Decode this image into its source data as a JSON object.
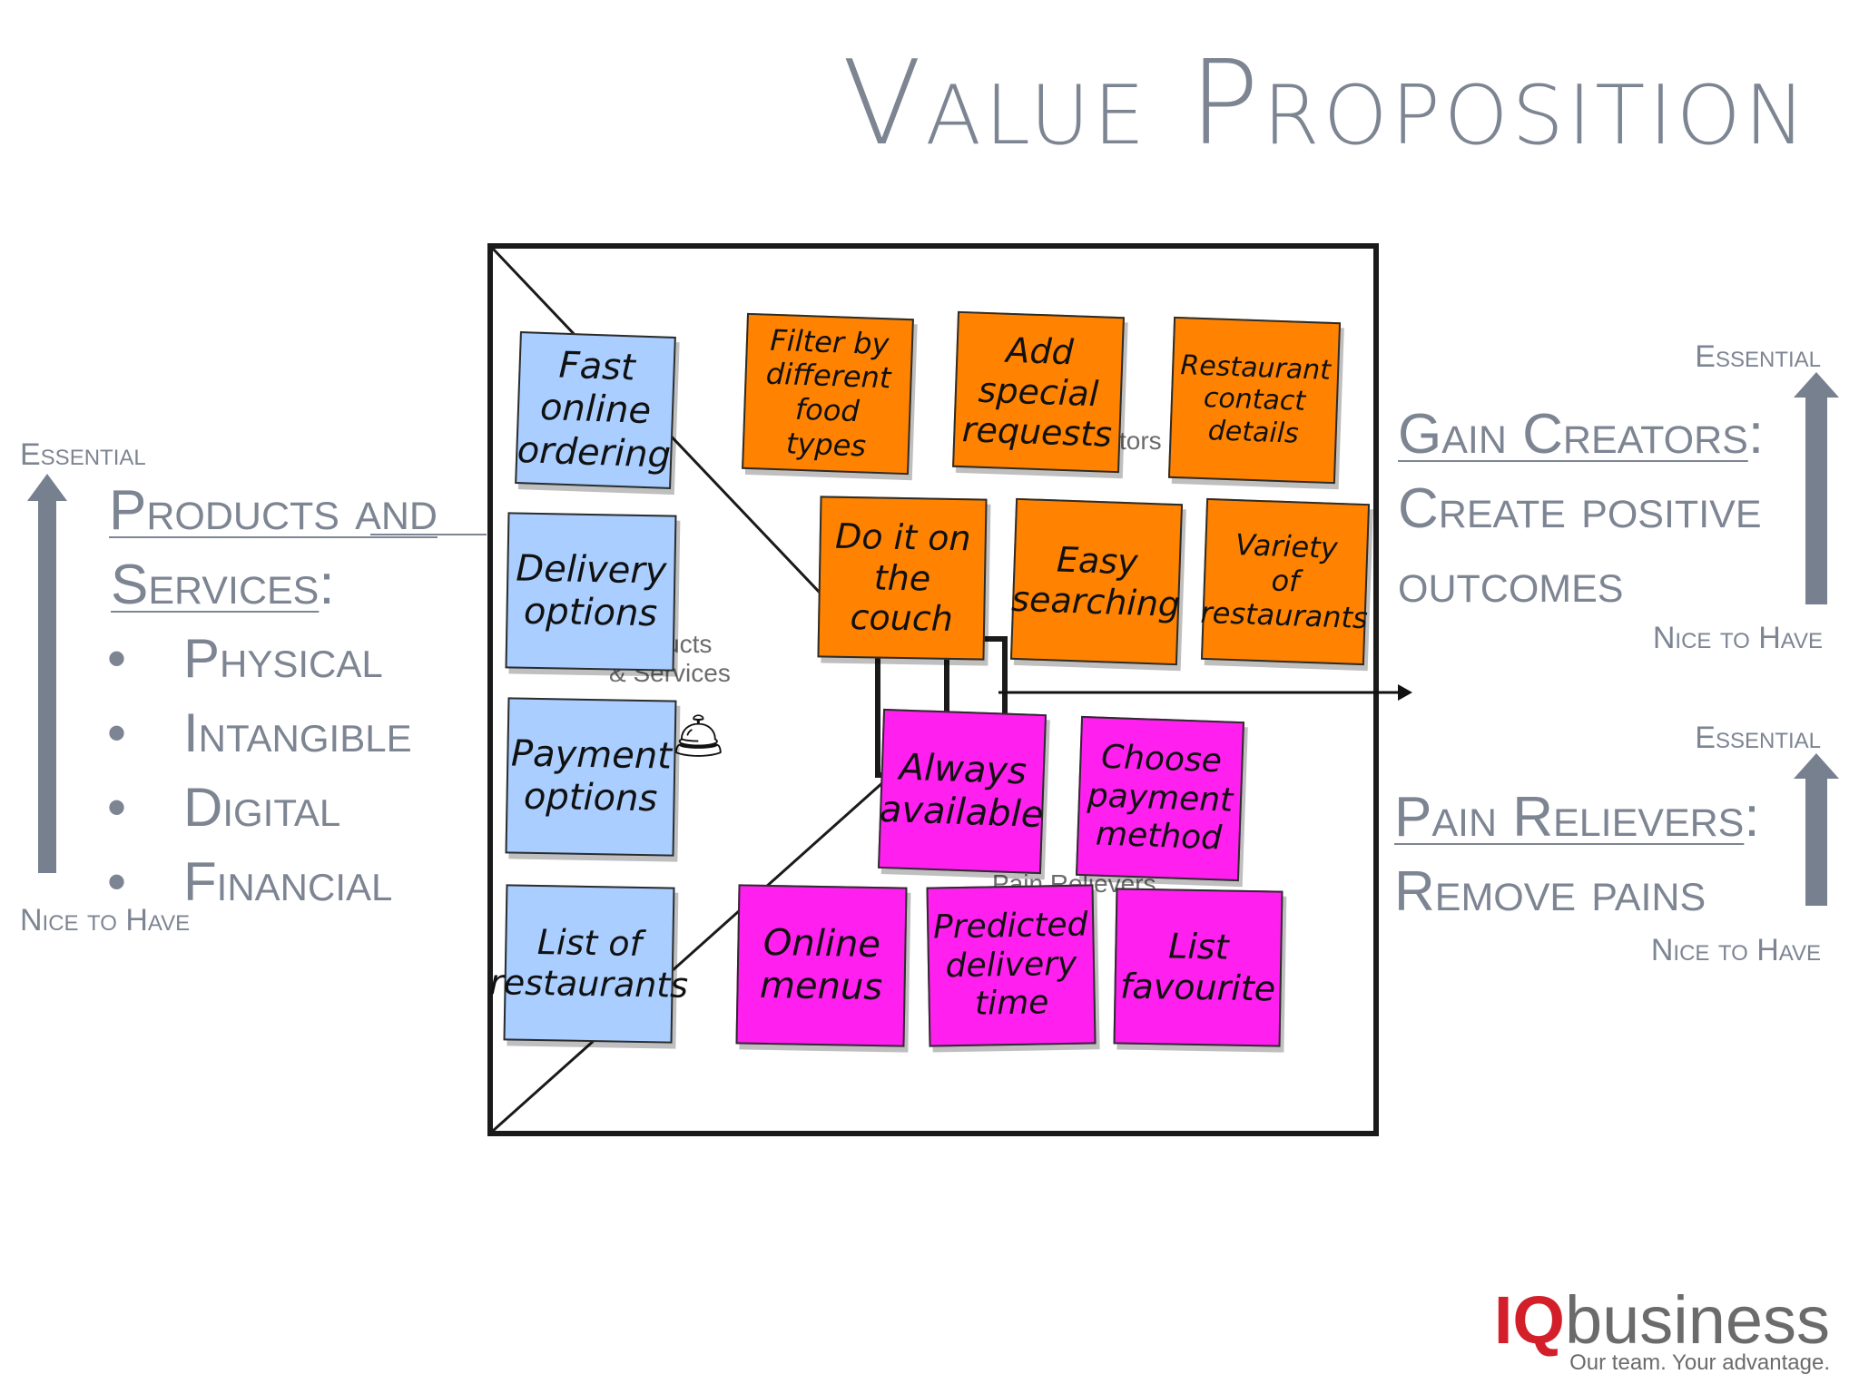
{
  "title": "Value Proposition",
  "left_panel": {
    "essential": "Essential",
    "nice_to_have": "Nice to Have",
    "heading_line1": "Products and",
    "heading_line2": "Services",
    "heading_suffix": ":",
    "bullets": [
      "Physical",
      "Intangible",
      "Digital",
      "Financial"
    ]
  },
  "gain_panel": {
    "essential": "Essential",
    "nice_to_have": "Nice to Have",
    "heading": "Gain Creators",
    "heading_suffix": ":",
    "line2": "Create positive",
    "line3": "outcomes"
  },
  "pain_panel": {
    "essential": "Essential",
    "nice_to_have": "Nice to Have",
    "heading": "Pain Relievers",
    "heading_suffix": ":",
    "line2": "Remove pains"
  },
  "canvas": {
    "bg_labels": {
      "products": "ucts",
      "services": "& Services",
      "gain_creators": "tors",
      "pain_relievers": "Pain Relievers"
    },
    "products_notes": [
      "Fast\nonline\nordering",
      "Delivery\noptions",
      "Payment\noptions",
      "List of\nrestaurants"
    ],
    "gain_notes": [
      "Filter by\ndifferent\nfood\ntypes",
      "Add\nspecial\nrequests",
      "Restaurant\ncontact\ndetails",
      "Do it on\nthe\ncouch",
      "Easy\nsearching",
      "Variety\nof\nrestaurants"
    ],
    "pain_notes": [
      "Always\navailable",
      "Choose\npayment\nmethod",
      "Online\nmenus",
      "Predicted\ndelivery\ntime",
      "List\nfavourite"
    ]
  },
  "logo": {
    "iq": "IQ",
    "business": "business",
    "tagline": "Our team. Your advantage."
  },
  "colors": {
    "text_gray": "#7d8593",
    "arrow_gray": "#76808e",
    "note_blue": "#a9ceff",
    "note_orange": "#ff8300",
    "note_magenta": "#ff1fef",
    "logo_red": "#d31f2a"
  }
}
